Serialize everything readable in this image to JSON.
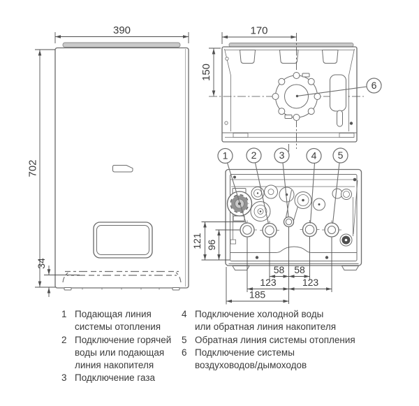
{
  "drawing": {
    "colors": {
      "line": "#6e6e6e",
      "line-light": "#9a9a9a",
      "dim": "#4f4f4f",
      "txt": "#3a3a3a",
      "lid": "#c9c9c9",
      "dark": "#555555"
    },
    "front_view": {
      "width_mm": "390",
      "height_mm": "702",
      "bottom_offset_mm": "34"
    },
    "top_view": {
      "width_to_center_mm": "170",
      "depth_to_center_mm": "150",
      "flue_callout": "6"
    },
    "bottom_view": {
      "callouts": [
        "1",
        "2",
        "3",
        "4",
        "5"
      ],
      "height_121": "121",
      "height_96": "96",
      "spacing_58_left": "58",
      "spacing_58_right": "58",
      "spacing_123_left": "123",
      "spacing_123_right": "123",
      "width_185": "185"
    }
  },
  "legend": {
    "columns": [
      {
        "items": [
          {
            "num": "1",
            "lines": [
              "Подающая линия",
              "системы отопления"
            ]
          },
          {
            "num": "2",
            "lines": [
              "Подключение горячей",
              "воды или подающая",
              "линия накопителя"
            ]
          },
          {
            "num": "3",
            "lines": [
              "Подключение газа"
            ]
          }
        ]
      },
      {
        "items": [
          {
            "num": "4",
            "lines": [
              "Подключение холодной воды",
              "или обратная линия накопителя"
            ]
          },
          {
            "num": "5",
            "lines": [
              "Обратная линия системы отопления"
            ]
          },
          {
            "num": "6",
            "lines": [
              "Подключение системы",
              "воздуховодов/дымоходов"
            ]
          }
        ]
      }
    ]
  }
}
